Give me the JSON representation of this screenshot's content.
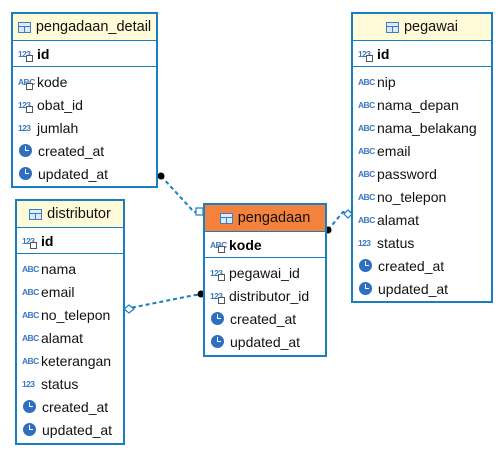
{
  "entities": {
    "pengadaan_detail": {
      "title": "pengadaan_detail",
      "pk": {
        "icon": "123",
        "name": "id"
      },
      "columns": [
        {
          "icon": "ABC",
          "name": "kode"
        },
        {
          "icon": "123",
          "name": "obat_id"
        },
        {
          "icon": "123",
          "name": "jumlah"
        },
        {
          "icon": "clock",
          "name": "created_at"
        },
        {
          "icon": "clock",
          "name": "updated_at"
        }
      ]
    },
    "pegawai": {
      "title": "pegawai",
      "pk": {
        "icon": "123",
        "name": "id"
      },
      "columns": [
        {
          "icon": "ABC",
          "name": "nip"
        },
        {
          "icon": "ABC",
          "name": "nama_depan"
        },
        {
          "icon": "ABC",
          "name": "nama_belakang"
        },
        {
          "icon": "ABC",
          "name": "email"
        },
        {
          "icon": "ABC",
          "name": "password"
        },
        {
          "icon": "ABC",
          "name": "no_telepon"
        },
        {
          "icon": "ABC",
          "name": "alamat"
        },
        {
          "icon": "123",
          "name": "status"
        },
        {
          "icon": "clock",
          "name": "created_at"
        },
        {
          "icon": "clock",
          "name": "updated_at"
        }
      ]
    },
    "distributor": {
      "title": "distributor",
      "pk": {
        "icon": "123",
        "name": "id"
      },
      "columns": [
        {
          "icon": "ABC",
          "name": "nama"
        },
        {
          "icon": "ABC",
          "name": "email"
        },
        {
          "icon": "ABC",
          "name": "no_telepon"
        },
        {
          "icon": "ABC",
          "name": "alamat"
        },
        {
          "icon": "ABC",
          "name": "keterangan"
        },
        {
          "icon": "123",
          "name": "status"
        },
        {
          "icon": "clock",
          "name": "created_at"
        },
        {
          "icon": "clock",
          "name": "updated_at"
        }
      ]
    },
    "pengadaan": {
      "title": "pengadaan",
      "pk": {
        "icon": "ABC",
        "name": "kode"
      },
      "columns": [
        {
          "icon": "123",
          "name": "pegawai_id"
        },
        {
          "icon": "123",
          "name": "distributor_id"
        },
        {
          "icon": "clock",
          "name": "created_at"
        },
        {
          "icon": "clock",
          "name": "updated_at"
        }
      ]
    }
  },
  "colors": {
    "border": "#1a7fc1",
    "header": "#fffbd9",
    "selected_header": "#f5823c",
    "type_icon": "#3b78c2"
  }
}
